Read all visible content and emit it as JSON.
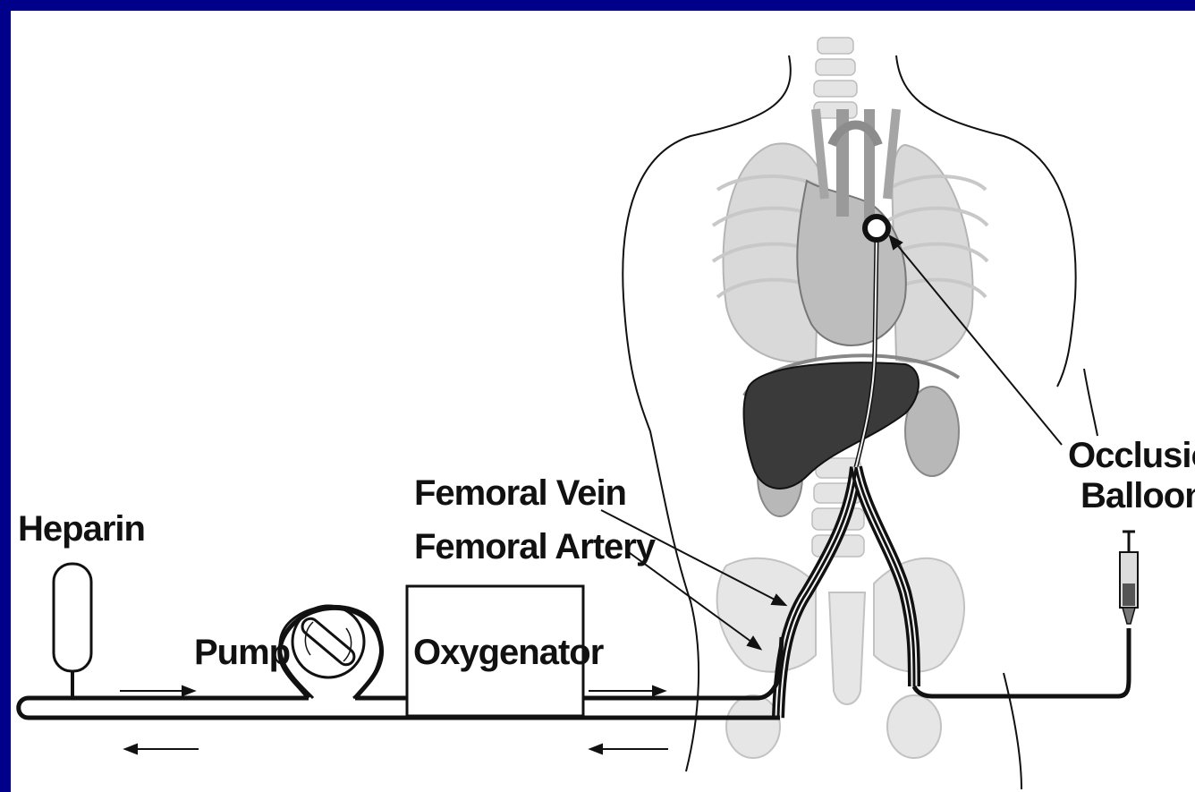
{
  "labels": {
    "heparin": "Heparin",
    "pump": "Pump",
    "oxygenator": "Oxygenator",
    "femoral_vein": "Femoral Vein",
    "femoral_artery": "Femoral Artery",
    "occlusion_line1": "Occlusion",
    "occlusion_line2": "Balloon"
  },
  "colors": {
    "frame": "#00008a",
    "background": "#ffffff",
    "ink": "#111111",
    "organ_light": "#d6d6d6",
    "organ_mid": "#a8a8a8",
    "liver": "#3a3a3a"
  }
}
